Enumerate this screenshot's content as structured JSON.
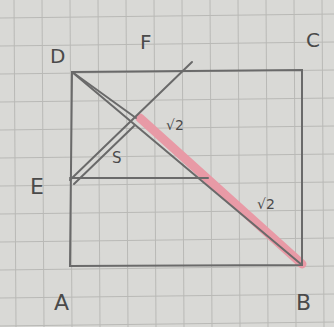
{
  "diagram": {
    "labels": [
      "D",
      "F",
      "C",
      "√2",
      "S",
      "E",
      "√2",
      "A",
      "B"
    ]
  }
}
